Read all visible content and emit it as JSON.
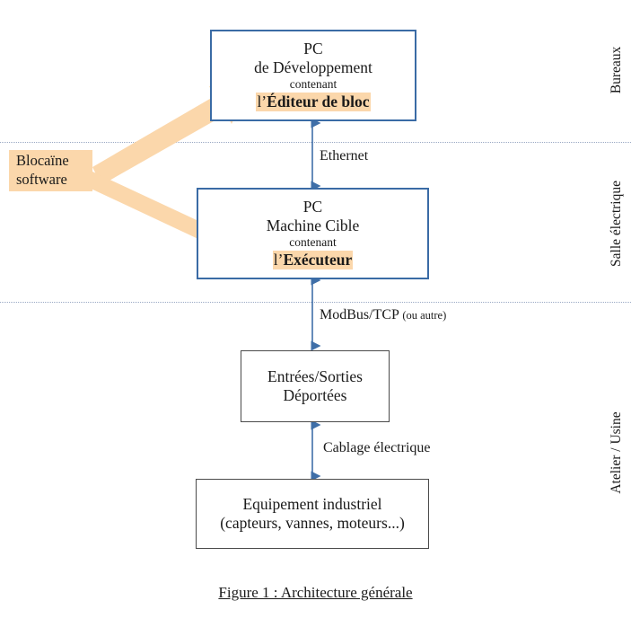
{
  "figure": {
    "caption": "Figure 1 : Architecture générale"
  },
  "zones": [
    {
      "name": "bureaux",
      "label": "Bureaux"
    },
    {
      "name": "salle-electrique",
      "label": "Salle électrique"
    },
    {
      "name": "atelier-usine",
      "label": "Atelier / Usine"
    }
  ],
  "nodes": [
    {
      "name": "pc-developpement",
      "line1": "PC",
      "line2": "de Développement",
      "line3": "contenant",
      "highlight_prefix": "l’",
      "highlight_bold": "Éditeur de bloc"
    },
    {
      "name": "pc-machine-cible",
      "line1": "PC",
      "line2": "Machine Cible",
      "line3": "contenant",
      "highlight_prefix": "l’",
      "highlight_bold": "Exécuteur"
    },
    {
      "name": "entrees-sorties-deportees",
      "line1": "Entrées/Sorties",
      "line2": "Déportées"
    },
    {
      "name": "equipement-industriel",
      "line1": "Equipement industriel",
      "line2": "(capteurs, vannes, moteurs...)"
    }
  ],
  "connectors": [
    {
      "name": "ethernet",
      "label": "Ethernet",
      "sub": ""
    },
    {
      "name": "modbus-tcp",
      "label": "ModBus/TCP",
      "sub": "(ou autre)"
    },
    {
      "name": "cablage-electrique",
      "label": "Cablage électrique",
      "sub": ""
    }
  ],
  "callout": {
    "name": "blocaine-software",
    "line1": "Blocaïne",
    "line2": "software"
  },
  "colors": {
    "box_border_blue": "#3a6ba5",
    "box_border_dark": "#4a4a4a",
    "arrow_blue": "#3f6fa8",
    "highlight_peach": "#fbd7ab",
    "callout_arrow": "#fbd7ab",
    "separator": "#9aa9c4",
    "text": "#1a1a1a"
  }
}
